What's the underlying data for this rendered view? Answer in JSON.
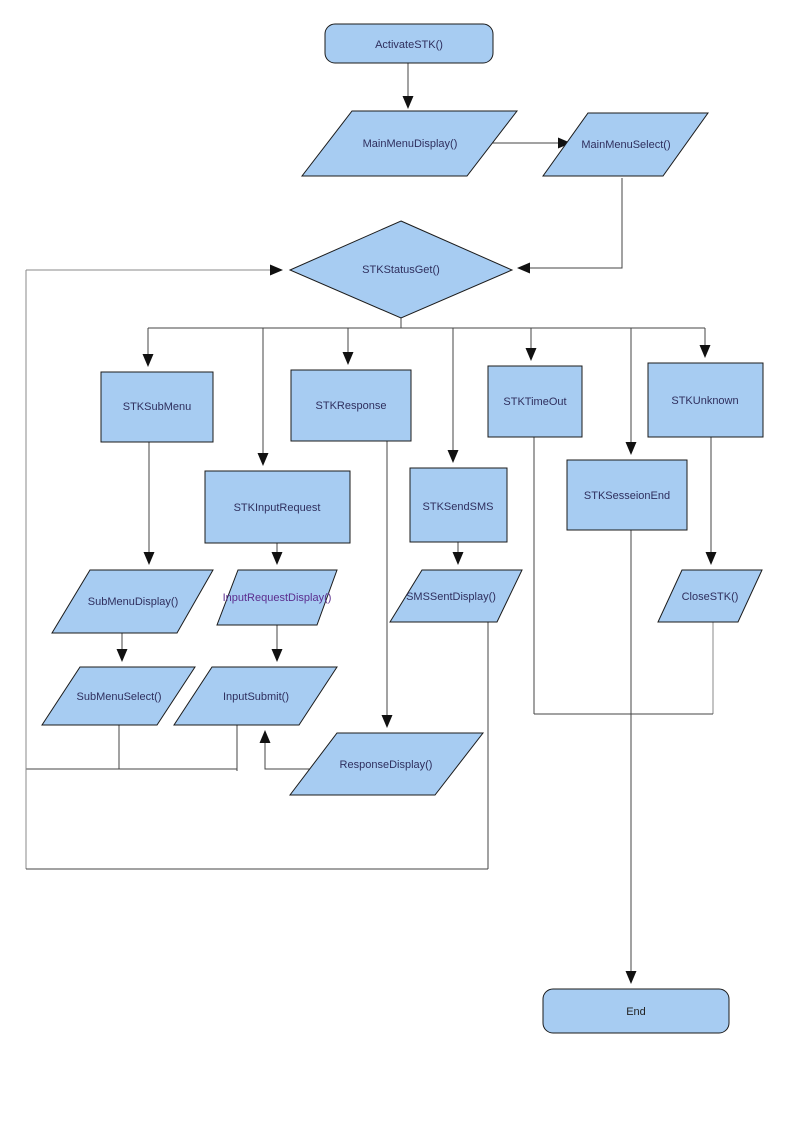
{
  "colors": {
    "node_fill": "#A7CCF2",
    "node_stroke": "#1B1B1B",
    "line": "#444444",
    "line_gray": "#8A8A8A",
    "arrow": "#111111",
    "text": "#2F2F5E",
    "accent_text": "#5B2D8E",
    "background": "#FFFFFF"
  },
  "nodes": {
    "activate_stk": {
      "label": "ActivateSTK()",
      "shape": "terminator"
    },
    "main_menu_display": {
      "label": "MainMenuDisplay()",
      "shape": "io"
    },
    "main_menu_select": {
      "label": "MainMenuSelect()",
      "shape": "io"
    },
    "stk_status_get": {
      "label": "STKStatusGet()",
      "shape": "decision"
    },
    "stk_sub_menu": {
      "label": "STKSubMenu",
      "shape": "process"
    },
    "stk_response": {
      "label": "STKResponse",
      "shape": "process"
    },
    "stk_time_out": {
      "label": "STKTimeOut",
      "shape": "process"
    },
    "stk_unknown": {
      "label": "STKUnknown",
      "shape": "process"
    },
    "stk_input_request": {
      "label": "STKInputRequest",
      "shape": "process"
    },
    "stk_send_sms": {
      "label": "STKSendSMS",
      "shape": "process"
    },
    "stk_sesseion_end": {
      "label": "STKSesseionEnd",
      "shape": "process"
    },
    "sub_menu_display": {
      "label": "SubMenuDisplay()",
      "shape": "io"
    },
    "input_request_display": {
      "label": "InputRequestDisplay()",
      "shape": "io"
    },
    "sms_sent_display": {
      "label": "SMSSentDisplay()",
      "shape": "io"
    },
    "close_stk": {
      "label": "CloseSTK()",
      "shape": "io"
    },
    "sub_menu_select": {
      "label": "SubMenuSelect()",
      "shape": "io"
    },
    "input_submit": {
      "label": "InputSubmit()",
      "shape": "io"
    },
    "response_display": {
      "label": "ResponseDisplay()",
      "shape": "io"
    },
    "end": {
      "label": "End",
      "shape": "terminator"
    }
  },
  "edges": [
    {
      "from": "ActivateSTK()",
      "to": "MainMenuDisplay()"
    },
    {
      "from": "MainMenuDisplay()",
      "to": "MainMenuSelect()"
    },
    {
      "from": "MainMenuSelect()",
      "to": "STKStatusGet()"
    },
    {
      "from": "STKStatusGet()",
      "to": "STKSubMenu"
    },
    {
      "from": "STKStatusGet()",
      "to": "STKInputRequest"
    },
    {
      "from": "STKStatusGet()",
      "to": "STKResponse"
    },
    {
      "from": "STKStatusGet()",
      "to": "STKSendSMS"
    },
    {
      "from": "STKStatusGet()",
      "to": "STKTimeOut"
    },
    {
      "from": "STKStatusGet()",
      "to": "STKSesseionEnd"
    },
    {
      "from": "STKStatusGet()",
      "to": "STKUnknown"
    },
    {
      "from": "STKSubMenu",
      "to": "SubMenuDisplay()"
    },
    {
      "from": "STKInputRequest",
      "to": "InputRequestDisplay()"
    },
    {
      "from": "STKResponse",
      "to": "ResponseDisplay()"
    },
    {
      "from": "STKSendSMS",
      "to": "SMSSentDisplay()"
    },
    {
      "from": "STKUnknown",
      "to": "CloseSTK()"
    },
    {
      "from": "SubMenuDisplay()",
      "to": "SubMenuSelect()"
    },
    {
      "from": "InputRequestDisplay()",
      "to": "InputSubmit()"
    },
    {
      "from": "ResponseDisplay()",
      "to": "InputSubmit()"
    },
    {
      "from": "SubMenuSelect()",
      "to": "STKStatusGet()"
    },
    {
      "from": "InputSubmit()",
      "to": "STKStatusGet()"
    },
    {
      "from": "SMSSentDisplay()",
      "to": "STKStatusGet()"
    },
    {
      "from": "STKTimeOut",
      "to": "End"
    },
    {
      "from": "CloseSTK()",
      "to": "End"
    },
    {
      "from": "STKSesseionEnd",
      "to": "End"
    }
  ]
}
